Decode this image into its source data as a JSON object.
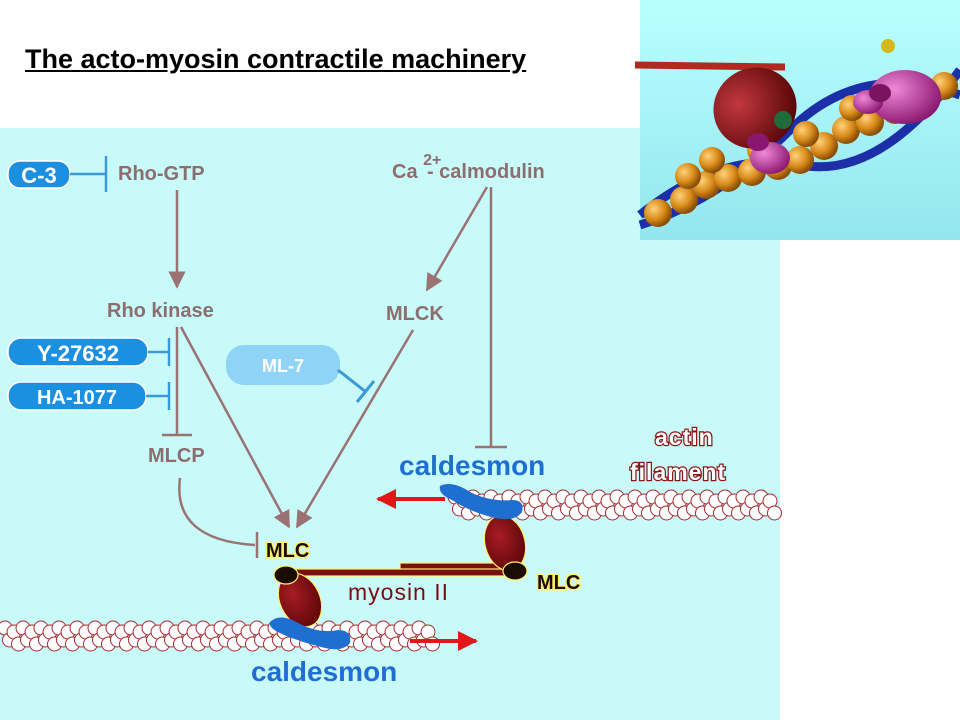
{
  "title": "The acto-myosin contractile machinery",
  "colors": {
    "panel_background": "#c9fafa",
    "pathway_arrow": "#9b7272",
    "inhibitor_bar": "#3a99d8",
    "pill_dark": "#1b8fe0",
    "pill_light": "#8fd3f6",
    "caldesmon": "#1f6fd1",
    "myosin_head": "#7a0f12",
    "actin_bead": "#ffffff",
    "force_arrow": "#e01818"
  },
  "nodes": {
    "rho_gtp": "Rho-GTP",
    "ca_prefix": "Ca",
    "ca_superscript": "2+",
    "ca_suffix": "- calmodulin",
    "rho_kinase": "Rho kinase",
    "mlck": "MLCK",
    "mlcp": "MLCP"
  },
  "inhibitors": {
    "c3": "C-3",
    "y27632": "Y-27632",
    "ha1077": "HA-1077",
    "ml7": "ML-7"
  },
  "machinery": {
    "mlc_left": "MLC",
    "mlc_right": "MLC",
    "myosin": "myosin  II",
    "caldesmon_top": "caldesmon",
    "caldesmon_bottom": "caldesmon",
    "actin_line1": "actin",
    "actin_line2": "filament"
  },
  "photo": {
    "icon": "myosin-actin-3d-model-icon"
  }
}
